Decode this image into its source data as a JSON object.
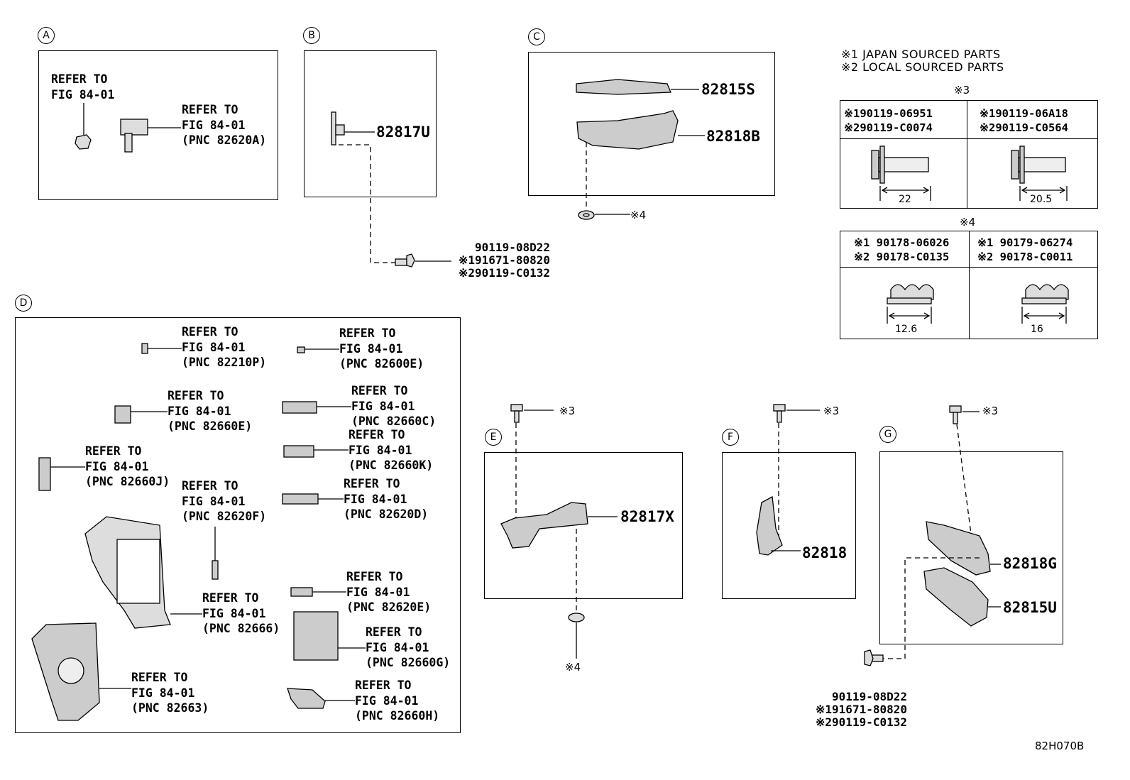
{
  "sections": {
    "A": "A",
    "B": "B",
    "C": "C",
    "D": "D",
    "E": "E",
    "F": "F",
    "G": "G"
  },
  "legend": {
    "line1": "※1 JAPAN SOURCED PARTS",
    "line2": "※2 LOCAL SOURCED PARTS"
  },
  "table3": {
    "title": "※3",
    "col1_line1": "※190119-06951",
    "col1_line2": "※290119-C0074",
    "col2_line1": "※190119-06A18",
    "col2_line2": "※290119-C0564",
    "dim1": "22",
    "dim2": "20.5"
  },
  "table4": {
    "title": "※4",
    "col1_line1": "※1 90178-06026",
    "col1_line2": "※2 90178-C0135",
    "col2_line1": "※1 90179-06274",
    "col2_line2": "※2 90178-C0011",
    "dim1": "12.6",
    "dim2": "16"
  },
  "section_a": {
    "refer1": "REFER TO\nFIG 84-01",
    "refer2": "REFER TO\nFIG 84-01\n(PNC 82620A)"
  },
  "section_b": {
    "part": "82817U",
    "bolt": "90119-08D22\n※191671-80820\n※290119-C0132"
  },
  "section_c": {
    "part1": "82815S",
    "part2": "82818B",
    "nut_ref": "※4"
  },
  "section_d": {
    "r1": "REFER TO\nFIG 84-01\n(PNC 82210P)",
    "r2": "REFER TO\nFIG 84-01\n(PNC 82600E)",
    "r3": "REFER TO\nFIG 84-01\n(PNC 82660E)",
    "r4": "REFER TO\nFIG 84-01\n(PNC 82660C)",
    "r5": "REFER TO\nFIG 84-01\n(PNC 82660K)",
    "r6": "REFER TO\nFIG 84-01\n(PNC 82660J)",
    "r7": "REFER TO\nFIG 84-01\n(PNC 82620F)",
    "r8": "REFER TO\nFIG 84-01\n(PNC 82620D)",
    "r9": "REFER TO\nFIG 84-01\n(PNC 82620E)",
    "r10": "REFER TO\nFIG 84-01\n(PNC 82666)",
    "r11": "REFER TO\nFIG 84-01\n(PNC 82660G)",
    "r12": "REFER TO\nFIG 84-01\n(PNC 82663)",
    "r13": "REFER TO\nFIG 84-01\n(PNC 82660H)"
  },
  "section_e": {
    "part": "82817X",
    "screw_ref": "※3",
    "nut_ref": "※4"
  },
  "section_f": {
    "part": "82818",
    "screw_ref": "※3"
  },
  "section_g": {
    "part1": "82818G",
    "part2": "82815U",
    "screw_ref": "※3",
    "bolt": "90119-08D22\n※191671-80820\n※290119-C0132"
  },
  "figure_code": "82H070B"
}
